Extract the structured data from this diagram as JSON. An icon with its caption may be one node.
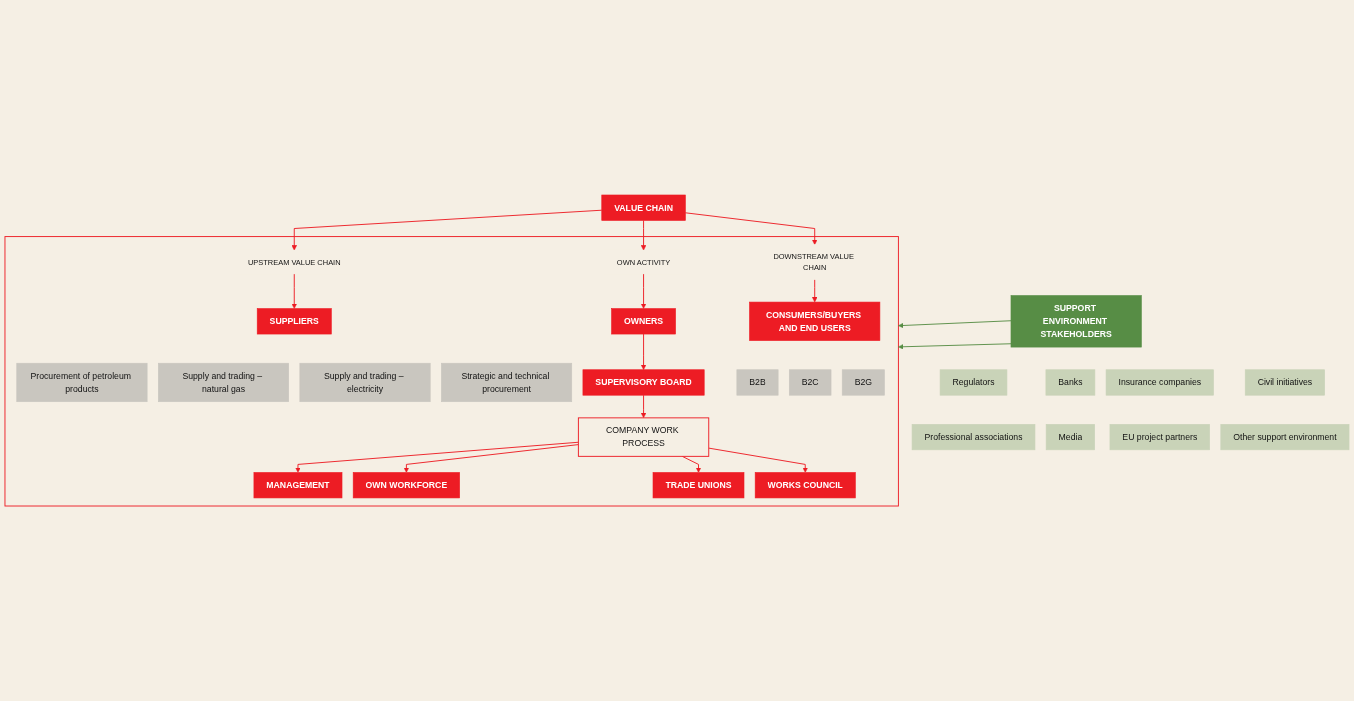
{
  "diagram": {
    "nodes": [
      {
        "text": [
          "VALUE CHAIN"
        ]
      },
      {
        "text": [],
        "shape": "box"
      },
      {
        "text": [
          "UPSTREAM VALUE CHAIN"
        ],
        "in": 1
      },
      {
        "text": [
          "OWN ACTIVITY"
        ],
        "in": 1
      },
      {
        "text": [
          "DOWNSTREAM VALUE CHAIN"
        ],
        "in": 1
      },
      {
        "text": [
          "SUPPLIERS"
        ],
        "in": 1
      },
      {
        "text": [
          "Procurement of petroleum products"
        ],
        "in": 1
      },
      {
        "text": [
          "Supply and trading – natural gas"
        ],
        "in": 1
      },
      {
        "text": [
          "Supply and trading – electricity"
        ],
        "in": 1
      },
      {
        "text": [
          "Strategic and technical procurement"
        ],
        "in": 1
      },
      {
        "text": [
          "OWNERS"
        ],
        "in": 1
      },
      {
        "text": [
          "SUPERVISORY BOARD"
        ],
        "in": 1
      },
      {
        "text": [
          "COMPANY WORK PROCESS"
        ],
        "in": 1
      },
      {
        "text": [
          "MANAGEMENT"
        ],
        "in": 1
      },
      {
        "text": [
          "OWN WORKFORCE"
        ],
        "in": 1
      },
      {
        "text": [
          "TRADE UNIONS"
        ],
        "in": 1
      },
      {
        "text": [
          "WORKS COUNCIL"
        ],
        "in": 1
      },
      {
        "text": [
          "CONSUMERS/BUYERS AND END USERS"
        ],
        "in": 1
      },
      {
        "text": [
          "B2B"
        ],
        "in": 1
      },
      {
        "text": [
          "B2C"
        ],
        "in": 1
      },
      {
        "text": [
          "B2G"
        ],
        "in": 1
      },
      {
        "text": [
          "SUPPORT ENVIRONMENT STAKEHOLDERS"
        ]
      },
      {
        "text": [
          "Regulators"
        ]
      },
      {
        "text": [
          "Banks"
        ]
      },
      {
        "text": [
          "Insurance companies"
        ]
      },
      {
        "text": [
          "Civil initiatives"
        ]
      },
      {
        "text": [
          "Professional associations"
        ]
      },
      {
        "text": [
          "Media"
        ]
      },
      {
        "text": [
          "EU project partners"
        ]
      },
      {
        "text": [
          "Other support environment"
        ]
      }
    ],
    "edges": [
      {
        "from": 0,
        "to": 2,
        "arrow": "to"
      },
      {
        "from": 0,
        "to": 3,
        "arrow": "to"
      },
      {
        "from": 0,
        "to": 4,
        "arrow": "to"
      },
      {
        "from": 2,
        "to": 5,
        "arrow": "to"
      },
      {
        "from": 3,
        "to": 10,
        "arrow": "to"
      },
      {
        "from": 4,
        "to": 17,
        "arrow": "to"
      },
      {
        "from": 10,
        "to": 11,
        "arrow": "to"
      },
      {
        "from": 11,
        "to": 12,
        "arrow": "to"
      },
      {
        "from": 12,
        "to": 13,
        "arrow": "to"
      },
      {
        "from": 12,
        "to": 14,
        "arrow": "to"
      },
      {
        "from": 12,
        "to": 15,
        "arrow": "to"
      },
      {
        "from": 12,
        "to": 16,
        "arrow": "to"
      },
      {
        "from": 21,
        "to": 1,
        "arrow": "to",
        "color": "#578d45"
      },
      {
        "from": 21,
        "to": 1,
        "arrow": "to",
        "color": "#578d45"
      }
    ]
  }
}
